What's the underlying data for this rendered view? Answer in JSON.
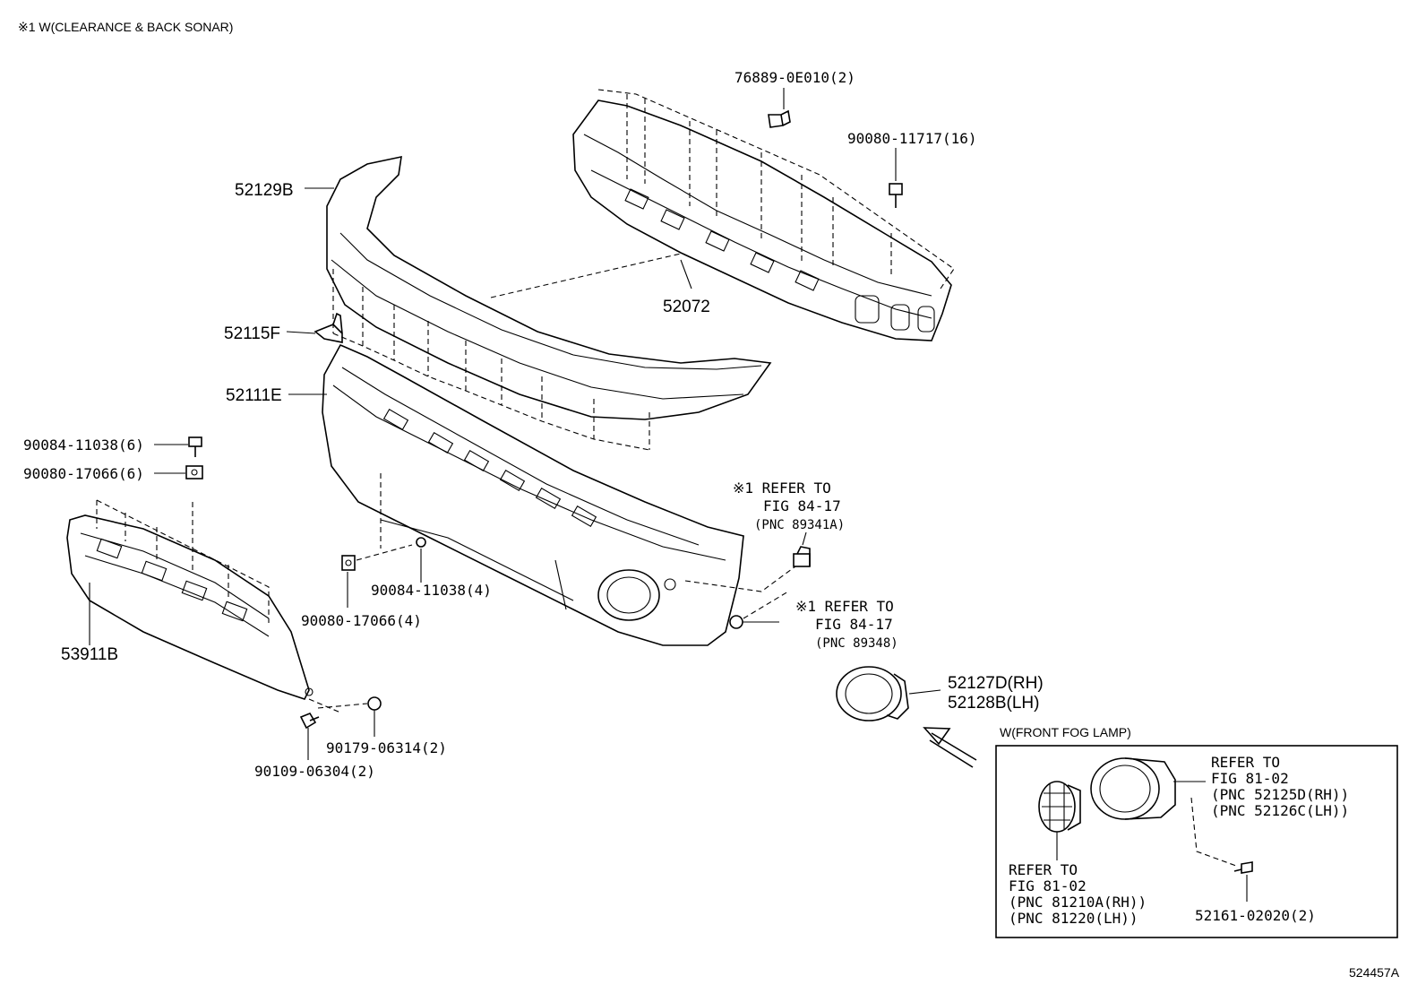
{
  "header_note": "※1 W(CLEARANCE & BACK SONAR)",
  "figure_code": "524457A",
  "callouts": {
    "p52129B": "52129B",
    "p52072": "52072",
    "p76889": "76889-0E010(2)",
    "p90080_11717": "90080-11717(16)",
    "p52115F": "52115F",
    "p52111E": "52111E",
    "p90084_11038_6": "90084-11038(6)",
    "p90080_17066_6": "90080-17066(6)",
    "p53911B": "53911B",
    "p90080_17066_4": "90080-17066(4)",
    "p90084_11038_4": "90084-11038(4)",
    "p90179_06314": "90179-06314(2)",
    "p90109_06304": "90109-06304(2)",
    "p52127D": "52127D(RH)",
    "p52128B": "52128B(LH)",
    "p52161": "52161-02020(2)"
  },
  "refers": {
    "sonar_a": [
      "※1 REFER TO",
      "FIG 84-17",
      "(PNC 89341A)"
    ],
    "sonar_b": [
      "※1 REFER TO",
      "FIG 84-17",
      "(PNC 89348)"
    ],
    "fog_housing": [
      "REFER TO",
      "FIG 81-02",
      "(PNC 52125D(RH))",
      "(PNC 52126C(LH))"
    ],
    "fog_lamp": [
      "REFER TO",
      "FIG 81-02",
      "(PNC 81210A(RH))",
      "(PNC 81220(LH))"
    ]
  },
  "fog_box_title": "W(FRONT FOG LAMP)"
}
